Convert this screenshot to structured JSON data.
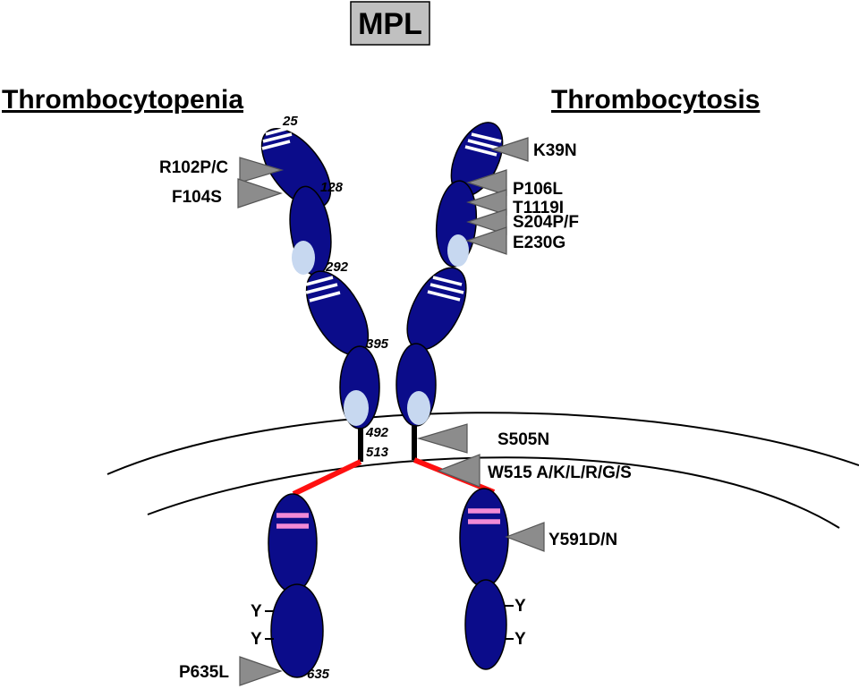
{
  "title": "MPL",
  "headings": {
    "left": "Thrombocytopenia",
    "right": "Thrombocytosis"
  },
  "residue_numbers": {
    "r25": "25",
    "r128": "128",
    "r292": "292",
    "r395": "395",
    "r492": "492",
    "r513": "513",
    "r635": "635"
  },
  "mutations": {
    "left": {
      "R102": "R102P/C",
      "F104": "F104S",
      "P635": "P635L"
    },
    "right": {
      "K39": "K39N",
      "P106": "P106L",
      "T119": "T1119I",
      "S204": "S204P/F",
      "E230": "E230G",
      "S505": "S505N",
      "W515": "W515 A/K/L/R/G/S",
      "Y591": "Y591D/N"
    }
  },
  "tyrosine": "Y",
  "colors": {
    "domain": "#0b0c8a",
    "light_patch": "#c7d8f0",
    "pink_band": "#f28ad6",
    "linker": "#ff1010",
    "arrow": "#8c8c8c",
    "title_box": "#c0c0c0"
  }
}
